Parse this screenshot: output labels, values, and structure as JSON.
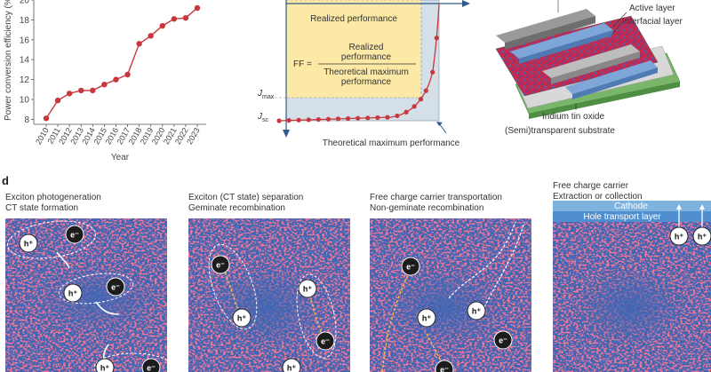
{
  "panel_a": {
    "ylabel": "Power conversion efficiency (%",
    "xlabel": "Year",
    "y_ticks": [
      "8",
      "10",
      "12",
      "14",
      "16",
      "18",
      "20"
    ],
    "x_ticks": [
      "2010",
      "2011",
      "2012",
      "2013",
      "2014",
      "2015",
      "2016",
      "2017",
      "2018",
      "2019",
      "2020",
      "2021",
      "2022",
      "2023"
    ],
    "color": "#c8373c"
  },
  "chart_data": {
    "type": "line",
    "x": [
      2010,
      2011,
      2012,
      2013,
      2014,
      2015,
      2016,
      2017,
      2018,
      2019,
      2020,
      2021,
      2022,
      2023
    ],
    "values": [
      8.1,
      9.9,
      10.6,
      10.9,
      10.9,
      11.5,
      12.0,
      12.5,
      15.6,
      16.4,
      17.4,
      18.1,
      18.2,
      19.2
    ],
    "xlabel": "Year",
    "ylabel": "Power conversion efficiency (%",
    "ylim": [
      7.5,
      20
    ],
    "grid": false
  },
  "panel_b": {
    "realized_performance": "Realized performance",
    "ff_lhs": "FF =",
    "ff_numerator_line1": "Realized",
    "ff_numerator_line2": "performance",
    "ff_denominator_line1": "Theoretical maximum",
    "ff_denominator_line2": "performance",
    "jmax_main": "J",
    "jmax_sub": "max",
    "jsc_main": "J",
    "jsc_sub": "sc",
    "theoretical_max": "Theoretical maximum performance",
    "yellow": "#fde9a6",
    "blue": "#d4dfe8"
  },
  "panel_c": {
    "active_layer": "Active layer",
    "interfacial_layer": "Interfacial layer",
    "ito": "Indium tin oxide",
    "substrate": "(Semi)transparent substrate"
  },
  "panel_d": {
    "label": "d",
    "stages": [
      {
        "line1": "Exciton photogeneration",
        "line2": "CT state formation"
      },
      {
        "line1": "Exciton (CT state) separation",
        "line2": "Geminate recombination"
      },
      {
        "line1": "Free charge carrier transportation",
        "line2": "Non-geminate recombination"
      },
      {
        "line1": "Free charge carrier",
        "line2": "Extraction or collection"
      }
    ],
    "cathode": "Cathode",
    "hole_transport_layer": "Hole transport layer",
    "hole": "h⁺",
    "electron": "e⁻",
    "red": "#e0304a",
    "blue": "#3f66b3"
  }
}
